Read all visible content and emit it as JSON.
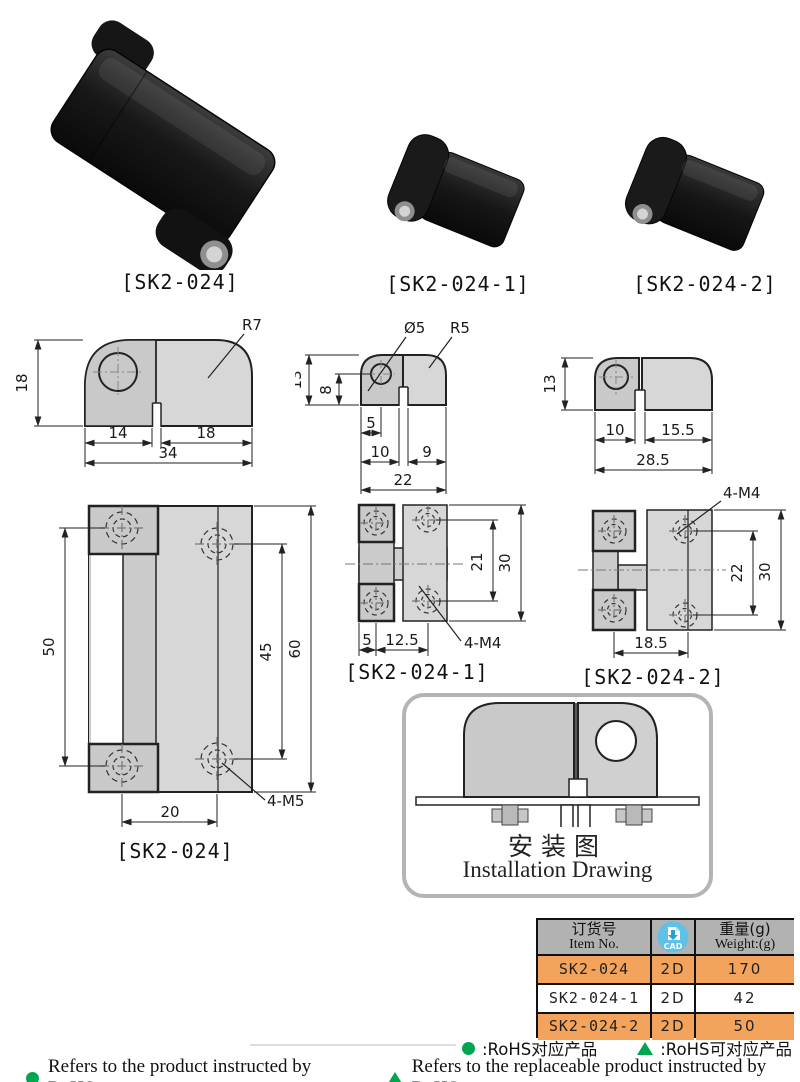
{
  "products": [
    {
      "label": "[SK2-024]"
    },
    {
      "label": "[SK2-024-1]"
    },
    {
      "label": "[SK2-024-2]"
    }
  ],
  "dims": {
    "a": {
      "h18": "18",
      "w14": "14",
      "w18": "18",
      "w34": "34",
      "r7": "R7"
    },
    "b": {
      "dia": "Ø5",
      "r5": "R5",
      "h13": "13",
      "h8": "8",
      "w5": "5",
      "w10": "10",
      "w9": "9",
      "w22": "22"
    },
    "c": {
      "h13": "13",
      "w10": "10",
      "w155": "15.5",
      "w285": "28.5"
    },
    "d": {
      "v50": "50",
      "v45": "45",
      "v60": "60",
      "h20": "20",
      "thread": "4-M5",
      "label": "[SK2-024]"
    },
    "e": {
      "v21": "21",
      "v30": "30",
      "h5": "5",
      "h125": "12.5",
      "thread": "4-M4",
      "label": "[SK2-024-1]"
    },
    "f": {
      "thread": "4-M4",
      "v22": "22",
      "v30": "30",
      "h185": "18.5",
      "label": "[SK2-024-2]"
    }
  },
  "installation": {
    "title_zh": "安装图",
    "title_en": "Installation Drawing"
  },
  "table": {
    "header": {
      "item_zh": "订货号",
      "item_en": "Item No.",
      "cad": "CAD",
      "weight_zh": "重量(g)",
      "weight_en": "Weight:(g)"
    },
    "rows": [
      {
        "item": "SK2-024",
        "cad": "2D",
        "weight": "170"
      },
      {
        "item": "SK2-024-1",
        "cad": "2D",
        "weight": "42"
      },
      {
        "item": "SK2-024-2",
        "cad": "2D",
        "weight": "50"
      }
    ]
  },
  "legend": {
    "zh_dot": ":RoHS对应产品",
    "zh_tri": ":RoHS可对应产品",
    "en_dot": "Refers to the product instructed by RoHS",
    "en_tri": "Refers to the replaceable product instructed by RoHS"
  },
  "colors": {
    "accent_orange": "#f4a35d",
    "header_gray": "#b2b2b2",
    "cad_blue": "#5fc0e8",
    "rohs_green": "#00a550"
  }
}
